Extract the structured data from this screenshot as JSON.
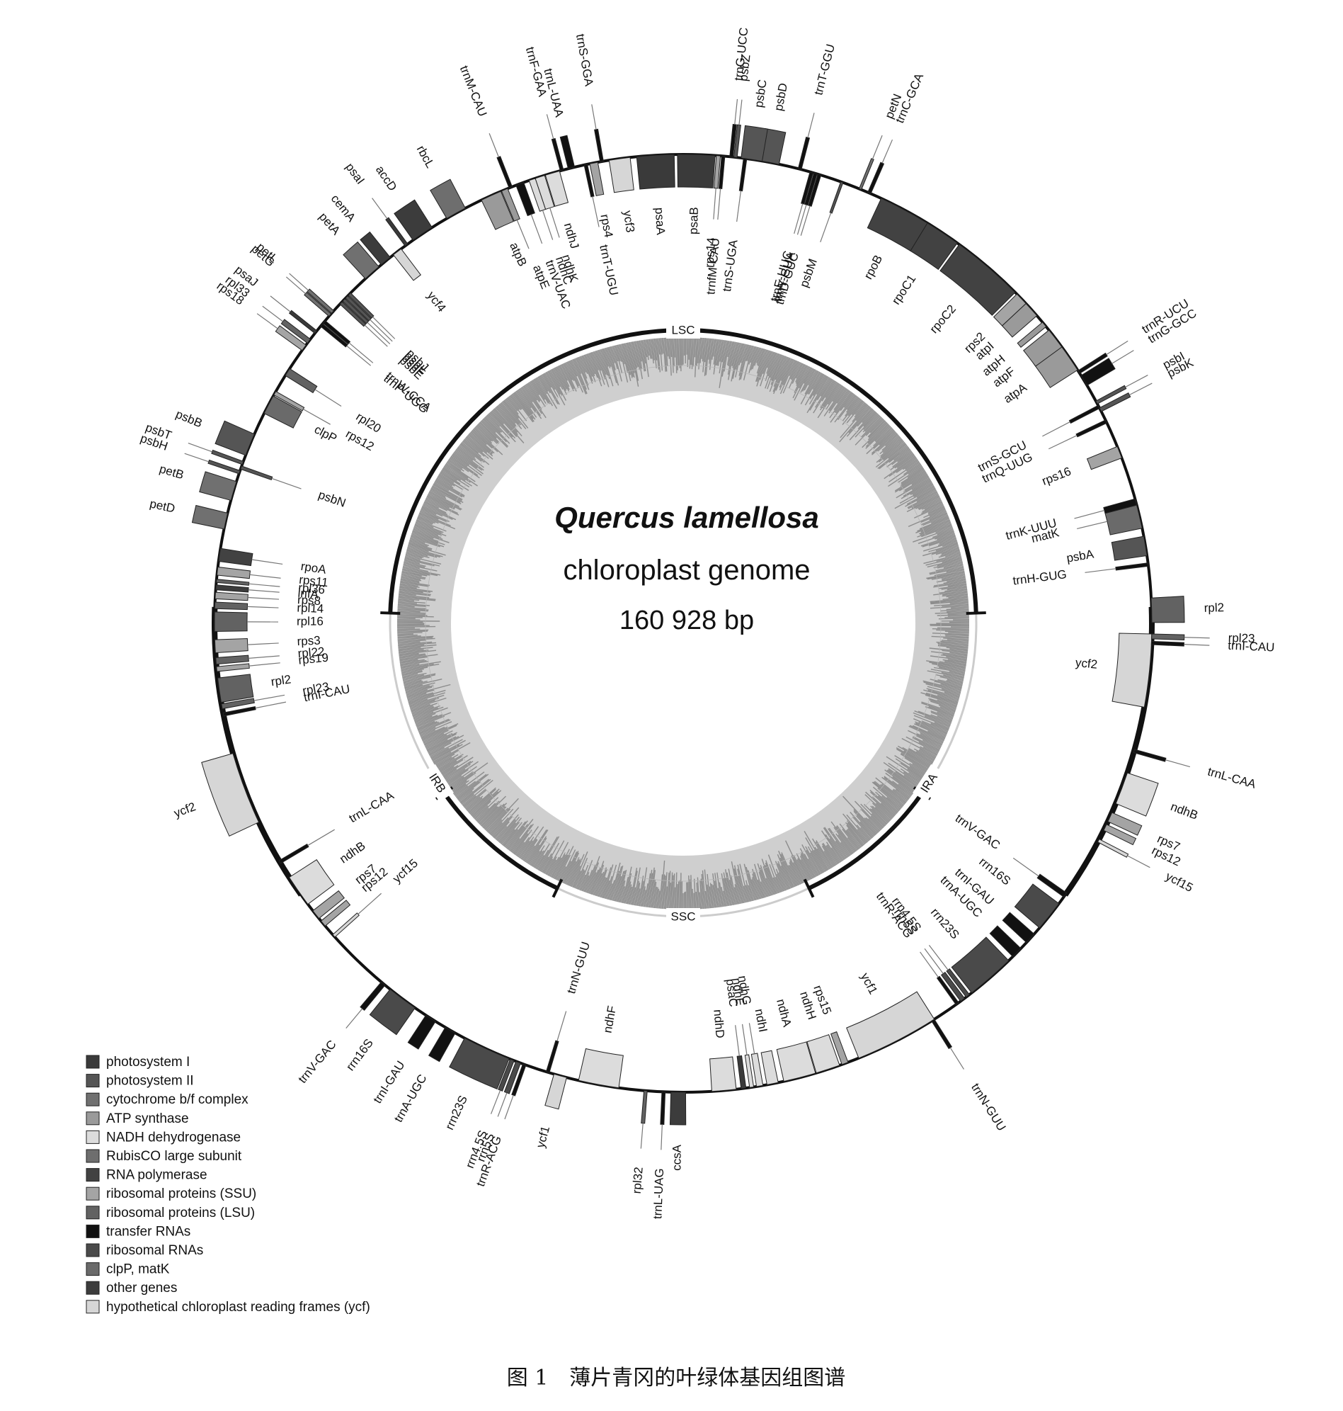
{
  "title": {
    "species": "Quercus lamellosa",
    "subtitle": "chloroplast genome",
    "size": "160 928 bp"
  },
  "caption": "图 1　薄片青冈的叶绿体基因组图谱",
  "regions": [
    {
      "label": "LSC",
      "angle": 0
    },
    {
      "label": "IRA",
      "angle": 123
    },
    {
      "label": "SSC",
      "angle": 180
    },
    {
      "label": "IRB",
      "angle": 237
    }
  ],
  "legend": [
    {
      "label": "photosystem I",
      "color": "#3a3a3a"
    },
    {
      "label": "photosystem II",
      "color": "#555555"
    },
    {
      "label": "cytochrome b/f complex",
      "color": "#707070"
    },
    {
      "label": "ATP synthase",
      "color": "#9a9a9a"
    },
    {
      "label": "NADH dehydrogenase",
      "color": "#dcdcdc"
    },
    {
      "label": "RubisCO large subunit",
      "color": "#6e6e6e"
    },
    {
      "label": "RNA polymerase",
      "color": "#424242"
    },
    {
      "label": "ribosomal proteins (SSU)",
      "color": "#a4a4a4"
    },
    {
      "label": "ribosomal proteins (LSU)",
      "color": "#626262"
    },
    {
      "label": "transfer RNAs",
      "color": "#111111"
    },
    {
      "label": "ribosomal RNAs",
      "color": "#4a4a4a"
    },
    {
      "label": "clpP, matK",
      "color": "#6a6a6a"
    },
    {
      "label": "other genes",
      "color": "#3c3c3c"
    },
    {
      "label": "hypothetical chloroplast reading frames (ycf)",
      "color": "#d6d6d6"
    }
  ],
  "genes": [
    {
      "name": "psbA",
      "a": 80.5,
      "w": 2.4,
      "side": "in",
      "color": "#555555"
    },
    {
      "name": "trnH-GUG",
      "a": 82.8,
      "w": 0.4,
      "side": "in",
      "color": "#111111",
      "lead": true
    },
    {
      "name": "matK",
      "a": 76.5,
      "w": 3.6,
      "side": "in",
      "color": "#6a6a6a",
      "lead": true
    },
    {
      "name": "trnK-UUU",
      "a": 75.0,
      "w": 0.8,
      "side": "in",
      "color": "#111111",
      "lead": true
    },
    {
      "name": "rps16",
      "a": 68.6,
      "w": 1.5,
      "side": "in",
      "color": "#a4a4a4"
    },
    {
      "name": "trnQ-UUG",
      "a": 64.5,
      "w": 0.4,
      "side": "in",
      "color": "#111111",
      "lead": true
    },
    {
      "name": "trnS-GCU",
      "a": 62.5,
      "w": 0.4,
      "side": "in",
      "color": "#111111",
      "lead": true
    },
    {
      "name": "psbK",
      "a": 62.9,
      "w": 0.5,
      "side": "out",
      "color": "#555555",
      "lead": true
    },
    {
      "name": "psbI",
      "a": 61.9,
      "w": 0.4,
      "side": "out",
      "color": "#555555",
      "lead": true
    },
    {
      "name": "trnG-GCC",
      "a": 58.8,
      "w": 1.4,
      "side": "out",
      "color": "#111111",
      "lead": true
    },
    {
      "name": "trnR-UCU",
      "a": 57.6,
      "w": 0.4,
      "side": "out",
      "color": "#111111",
      "lead": true
    },
    {
      "name": "atpA",
      "a": 55.4,
      "w": 3.8,
      "side": "in",
      "color": "#9a9a9a"
    },
    {
      "name": "atpF",
      "a": 52.6,
      "w": 2.6,
      "side": "in",
      "color": "#9a9a9a"
    },
    {
      "name": "atpH",
      "a": 50.4,
      "w": 0.7,
      "side": "in",
      "color": "#9a9a9a"
    },
    {
      "name": "atpI",
      "a": 48.0,
      "w": 2.0,
      "side": "in",
      "color": "#9a9a9a"
    },
    {
      "name": "rps2",
      "a": 46.2,
      "w": 1.6,
      "side": "in",
      "color": "#a4a4a4"
    },
    {
      "name": "rpoC2",
      "a": 40.6,
      "w": 9.0,
      "side": "in",
      "color": "#424242"
    },
    {
      "name": "rpoC1",
      "a": 33.6,
      "w": 4.4,
      "side": "in",
      "color": "#424242"
    },
    {
      "name": "rpoB",
      "a": 28.2,
      "w": 6.4,
      "side": "in",
      "color": "#424242"
    },
    {
      "name": "trnC-GCA",
      "a": 23.4,
      "w": 0.4,
      "side": "out",
      "color": "#111111",
      "lead": true
    },
    {
      "name": "petN",
      "a": 22.2,
      "w": 0.3,
      "side": "out",
      "color": "#707070",
      "lead": true
    },
    {
      "name": "psbM",
      "a": 19.8,
      "w": 0.3,
      "side": "in",
      "color": "#555555",
      "lead": true
    },
    {
      "name": "trnD-GUC",
      "a": 16.9,
      "w": 0.4,
      "side": "in",
      "color": "#111111",
      "lead": true
    },
    {
      "name": "trnY-GUA",
      "a": 16.4,
      "w": 0.4,
      "side": "in",
      "color": "#111111",
      "lead": true
    },
    {
      "name": "trnE-UUC",
      "a": 15.9,
      "w": 0.4,
      "side": "in",
      "color": "#111111",
      "lead": true
    },
    {
      "name": "trnT-GGU",
      "a": 14.4,
      "w": 0.4,
      "side": "out",
      "color": "#111111",
      "lead": true
    },
    {
      "name": "psbD",
      "a": 10.6,
      "w": 2.4,
      "side": "out",
      "color": "#555555"
    },
    {
      "name": "psbC",
      "a": 8.4,
      "w": 2.6,
      "side": "out",
      "color": "#555555"
    },
    {
      "name": "trnS-UGA",
      "a": 7.6,
      "w": 0.4,
      "side": "in",
      "color": "#111111",
      "lead": true
    },
    {
      "name": "psbZ",
      "a": 6.4,
      "w": 0.4,
      "side": "out",
      "color": "#555555",
      "lead": true
    },
    {
      "name": "trnG-UCC",
      "a": 5.9,
      "w": 0.4,
      "side": "out",
      "color": "#111111",
      "lead": true
    },
    {
      "name": "trnfM-CAU",
      "a": 4.9,
      "w": 0.4,
      "side": "in",
      "color": "#111111",
      "lead": true
    },
    {
      "name": "rps14",
      "a": 4.3,
      "w": 0.5,
      "side": "in",
      "color": "#a4a4a4",
      "lead": true
    },
    {
      "name": "psaB",
      "a": 1.6,
      "w": 4.6,
      "side": "in",
      "color": "#3a3a3a"
    },
    {
      "name": "psaA",
      "a": -3.4,
      "w": 4.6,
      "side": "in",
      "color": "#3a3a3a"
    },
    {
      "name": "ycf3",
      "a": -7.8,
      "w": 2.6,
      "side": "in",
      "color": "#d6d6d6"
    },
    {
      "name": "trnS-GGA",
      "a": -10.0,
      "w": 0.4,
      "side": "out",
      "color": "#111111",
      "lead": true
    },
    {
      "name": "rps4",
      "a": -11.0,
      "w": 1.0,
      "side": "in",
      "color": "#a4a4a4"
    },
    {
      "name": "trnT-UGU",
      "a": -12.0,
      "w": 0.4,
      "side": "in",
      "color": "#111111",
      "lead": true
    },
    {
      "name": "trnL-UAA",
      "a": -13.8,
      "w": 0.8,
      "side": "out",
      "color": "#111111"
    },
    {
      "name": "trnF-GAA",
      "a": -15.0,
      "w": 0.4,
      "side": "out",
      "color": "#111111",
      "lead": true
    },
    {
      "name": "ndhJ",
      "a": -16.2,
      "w": 1.8,
      "side": "in",
      "color": "#dcdcdc"
    },
    {
      "name": "ndhK",
      "a": -17.8,
      "w": 1.2,
      "side": "in",
      "color": "#dcdcdc",
      "lead": true
    },
    {
      "name": "ndhC",
      "a": -18.8,
      "w": 0.8,
      "side": "in",
      "color": "#dcdcdc",
      "lead": true
    },
    {
      "name": "trnV-UAC",
      "a": -20.4,
      "w": 1.0,
      "side": "in",
      "color": "#111111",
      "lead": true
    },
    {
      "name": "trnM-CAU",
      "a": -21.6,
      "w": 0.4,
      "side": "out",
      "color": "#111111",
      "lead": true
    },
    {
      "name": "atpE",
      "a": -22.4,
      "w": 0.8,
      "side": "in",
      "color": "#9a9a9a",
      "lead": true
    },
    {
      "name": "atpB",
      "a": -24.2,
      "w": 2.6,
      "side": "in",
      "color": "#9a9a9a"
    },
    {
      "name": "rbcL",
      "a": -29.0,
      "w": 2.6,
      "side": "out",
      "color": "#6e6e6e"
    },
    {
      "name": "accD",
      "a": -33.8,
      "w": 2.8,
      "side": "out",
      "color": "#3c3c3c"
    },
    {
      "name": "psaI",
      "a": -36.2,
      "w": 0.4,
      "side": "out",
      "color": "#3a3a3a",
      "lead": true
    },
    {
      "name": "ycf4",
      "a": -37.6,
      "w": 1.2,
      "side": "in",
      "color": "#d6d6d6"
    },
    {
      "name": "cemA",
      "a": -39.4,
      "w": 1.4,
      "side": "out",
      "color": "#3c3c3c"
    },
    {
      "name": "petA",
      "a": -41.6,
      "w": 2.2,
      "side": "out",
      "color": "#707070"
    },
    {
      "name": "psbJ",
      "a": -45.4,
      "w": 0.4,
      "side": "in",
      "color": "#555555",
      "lead": true
    },
    {
      "name": "psbL",
      "a": -45.9,
      "w": 0.4,
      "side": "in",
      "color": "#555555",
      "lead": true
    },
    {
      "name": "psbF",
      "a": -46.4,
      "w": 0.4,
      "side": "in",
      "color": "#555555",
      "lead": true
    },
    {
      "name": "psbE",
      "a": -46.9,
      "w": 0.4,
      "side": "in",
      "color": "#555555",
      "lead": true
    },
    {
      "name": "petL",
      "a": -48.4,
      "w": 0.4,
      "side": "out",
      "color": "#707070",
      "lead": true
    },
    {
      "name": "petG",
      "a": -48.9,
      "w": 0.4,
      "side": "out",
      "color": "#707070",
      "lead": true
    },
    {
      "name": "trnW-CCA",
      "a": -50.0,
      "w": 0.4,
      "side": "in",
      "color": "#111111",
      "lead": true
    },
    {
      "name": "trnP-UGG",
      "a": -50.5,
      "w": 0.4,
      "side": "in",
      "color": "#111111",
      "lead": true
    },
    {
      "name": "psaJ",
      "a": -51.6,
      "w": 0.4,
      "side": "out",
      "color": "#3a3a3a",
      "lead": true
    },
    {
      "name": "rpl33",
      "a": -53.0,
      "w": 0.6,
      "side": "out",
      "color": "#626262",
      "lead": true
    },
    {
      "name": "rps18",
      "a": -54.0,
      "w": 0.8,
      "side": "out",
      "color": "#a4a4a4",
      "lead": true
    },
    {
      "name": "rpl20",
      "a": -57.6,
      "w": 1.0,
      "side": "in",
      "color": "#626262",
      "lead": true
    },
    {
      "name": "rps12",
      "a": -60.6,
      "w": 0.5,
      "side": "in",
      "color": "#a4a4a4",
      "lead": true
    },
    {
      "name": "clpP",
      "a": -62.2,
      "w": 2.4,
      "side": "in",
      "color": "#6a6a6a"
    },
    {
      "name": "psbB",
      "a": -67.6,
      "w": 2.8,
      "side": "out",
      "color": "#555555"
    },
    {
      "name": "psbT",
      "a": -70.0,
      "w": 0.4,
      "side": "out",
      "color": "#555555",
      "lead": true
    },
    {
      "name": "psbN",
      "a": -70.6,
      "w": 0.4,
      "side": "in",
      "color": "#555555",
      "lead": true
    },
    {
      "name": "psbH",
      "a": -71.2,
      "w": 0.4,
      "side": "out",
      "color": "#555555",
      "lead": true
    },
    {
      "name": "petB",
      "a": -73.6,
      "w": 2.4,
      "side": "out",
      "color": "#707070"
    },
    {
      "name": "petD",
      "a": -77.4,
      "w": 2.0,
      "side": "out",
      "color": "#707070"
    },
    {
      "name": "rpoA",
      "a": -81.6,
      "w": 1.6,
      "side": "in",
      "color": "#424242",
      "lead": true
    },
    {
      "name": "rps11",
      "a": -83.6,
      "w": 1.0,
      "side": "in",
      "color": "#a4a4a4",
      "lead": true
    },
    {
      "name": "rpl36",
      "a": -84.8,
      "w": 0.4,
      "side": "in",
      "color": "#626262",
      "lead": true
    },
    {
      "name": "infA",
      "a": -85.6,
      "w": 0.6,
      "side": "in",
      "color": "#3c3c3c",
      "lead": true
    },
    {
      "name": "rps8",
      "a": -86.6,
      "w": 0.8,
      "side": "in",
      "color": "#a4a4a4",
      "lead": true
    },
    {
      "name": "rpl14",
      "a": -87.8,
      "w": 0.8,
      "side": "in",
      "color": "#626262",
      "lead": true
    },
    {
      "name": "rpl16",
      "a": -89.8,
      "w": 2.4,
      "side": "in",
      "color": "#626262",
      "lead": true
    },
    {
      "name": "rps3",
      "a": -92.8,
      "w": 1.6,
      "side": "in",
      "color": "#a4a4a4",
      "lead": true
    },
    {
      "name": "rpl22",
      "a": -94.6,
      "w": 0.8,
      "side": "in",
      "color": "#626262",
      "lead": true
    },
    {
      "name": "rps19",
      "a": -95.6,
      "w": 0.6,
      "side": "in",
      "color": "#a4a4a4",
      "lead": true
    },
    {
      "name": "rpl2",
      "a": -98.2,
      "w": 3.0,
      "side": "in",
      "color": "#626262"
    },
    {
      "name": "rpl23",
      "a": -100.2,
      "w": 0.6,
      "side": "in",
      "color": "#626262",
      "lead": true
    },
    {
      "name": "trnI-CAU",
      "a": -101.2,
      "w": 0.4,
      "side": "in",
      "color": "#111111",
      "lead": true
    },
    {
      "name": "ycf2",
      "a": -110.6,
      "w": 9.0,
      "side": "out",
      "color": "#d6d6d6"
    },
    {
      "name": "trnL-CAA",
      "a": -120.6,
      "w": 0.4,
      "side": "in",
      "color": "#111111",
      "lead": true
    },
    {
      "name": "ndhB",
      "a": -124.8,
      "w": 4.0,
      "side": "in",
      "color": "#dcdcdc"
    },
    {
      "name": "rps7",
      "a": -128.4,
      "w": 1.2,
      "side": "in",
      "color": "#a4a4a4"
    },
    {
      "name": "rps12",
      "a": -129.8,
      "w": 0.8,
      "side": "in",
      "color": "#a4a4a4"
    },
    {
      "name": "ycf15",
      "a": -131.8,
      "w": 0.4,
      "side": "in",
      "color": "#d6d6d6",
      "lead": true
    },
    {
      "name": "trnV-GAC",
      "a": -140.2,
      "w": 0.6,
      "side": "out",
      "color": "#111111",
      "lead": true
    },
    {
      "name": "rrn16S",
      "a": -143.2,
      "w": 3.8,
      "side": "out",
      "color": "#4a4a4a"
    },
    {
      "name": "trnI-GAU",
      "a": -147.4,
      "w": 1.4,
      "side": "out",
      "color": "#111111"
    },
    {
      "name": "trnA-UGC",
      "a": -150.2,
      "w": 1.4,
      "side": "out",
      "color": "#111111"
    },
    {
      "name": "rrn23S",
      "a": -155.2,
      "w": 6.0,
      "side": "out",
      "color": "#4a4a4a"
    },
    {
      "name": "rrn4.5S",
      "a": -158.6,
      "w": 0.5,
      "side": "out",
      "color": "#4a4a4a",
      "lead": true
    },
    {
      "name": "rrn5S",
      "a": -159.4,
      "w": 0.6,
      "side": "out",
      "color": "#4a4a4a",
      "lead": true
    },
    {
      "name": "trnR-ACG",
      "a": -160.2,
      "w": 0.4,
      "side": "out",
      "color": "#111111",
      "lead": true
    },
    {
      "name": "trnN-GUU",
      "a": -163.2,
      "w": 0.4,
      "side": "in",
      "color": "#111111",
      "lead": true
    },
    {
      "name": "ycf1",
      "a": -164.8,
      "w": 1.6,
      "side": "out",
      "color": "#d6d6d6"
    },
    {
      "name": "ndhF",
      "a": -169.6,
      "w": 5.0,
      "side": "in",
      "color": "#dcdcdc"
    },
    {
      "name": "rpl32",
      "a": -175.4,
      "w": 0.4,
      "side": "out",
      "color": "#626262",
      "lead": true
    },
    {
      "name": "trnL-UAG",
      "a": -177.6,
      "w": 0.4,
      "side": "out",
      "color": "#111111",
      "lead": true
    },
    {
      "name": "ccsA",
      "a": -179.4,
      "w": 1.8,
      "side": "out",
      "color": "#3c3c3c"
    },
    {
      "name": "ndhD",
      "a": 175.0,
      "w": 3.0,
      "side": "in",
      "color": "#dcdcdc"
    },
    {
      "name": "psaC",
      "a": 172.6,
      "w": 0.6,
      "side": "in",
      "color": "#3a3a3a",
      "lead": true
    },
    {
      "name": "ndhE",
      "a": 171.6,
      "w": 0.5,
      "side": "in",
      "color": "#dcdcdc",
      "lead": true
    },
    {
      "name": "ndhG",
      "a": 170.6,
      "w": 0.8,
      "side": "in",
      "color": "#dcdcdc",
      "lead": true
    },
    {
      "name": "ndhI",
      "a": 169.0,
      "w": 1.4,
      "side": "in",
      "color": "#dcdcdc"
    },
    {
      "name": "ndhA",
      "a": 165.6,
      "w": 4.0,
      "side": "in",
      "color": "#dcdcdc"
    },
    {
      "name": "ndhH",
      "a": 162.0,
      "w": 3.0,
      "side": "in",
      "color": "#dcdcdc"
    },
    {
      "name": "rps15",
      "a": 159.8,
      "w": 0.8,
      "side": "in",
      "color": "#a4a4a4"
    },
    {
      "name": "ycf1",
      "a": 152.8,
      "w": 10.4,
      "side": "in",
      "color": "#d6d6d6"
    },
    {
      "name": "trnN-GUU",
      "a": 147.8,
      "w": 0.4,
      "side": "out",
      "color": "#111111",
      "lead": true
    },
    {
      "name": "trnR-ACG",
      "a": 144.2,
      "w": 0.4,
      "side": "in",
      "color": "#111111",
      "lead": true
    },
    {
      "name": "rrn5S",
      "a": 143.4,
      "w": 0.6,
      "side": "in",
      "color": "#4a4a4a",
      "lead": true
    },
    {
      "name": "rrn4.5S",
      "a": 142.6,
      "w": 0.5,
      "side": "in",
      "color": "#4a4a4a",
      "lead": true
    },
    {
      "name": "rrn23S",
      "a": 139.0,
      "w": 6.0,
      "side": "in",
      "color": "#4a4a4a"
    },
    {
      "name": "trnA-UGC",
      "a": 134.6,
      "w": 1.4,
      "side": "in",
      "color": "#111111"
    },
    {
      "name": "trnI-GAU",
      "a": 132.2,
      "w": 1.4,
      "side": "in",
      "color": "#111111"
    },
    {
      "name": "rrn16S",
      "a": 128.6,
      "w": 3.8,
      "side": "in",
      "color": "#4a4a4a"
    },
    {
      "name": "trnV-GAC",
      "a": 125.4,
      "w": 0.6,
      "side": "in",
      "color": "#111111",
      "lead": true
    },
    {
      "name": "ycf15",
      "a": 117.6,
      "w": 0.4,
      "side": "out",
      "color": "#d6d6d6",
      "lead": true
    },
    {
      "name": "rps12",
      "a": 115.8,
      "w": 0.8,
      "side": "out",
      "color": "#a4a4a4"
    },
    {
      "name": "rps7",
      "a": 114.4,
      "w": 1.2,
      "side": "out",
      "color": "#a4a4a4"
    },
    {
      "name": "ndhB",
      "a": 110.6,
      "w": 4.0,
      "side": "out",
      "color": "#dcdcdc"
    },
    {
      "name": "trnL-CAA",
      "a": 105.8,
      "w": 0.4,
      "side": "out",
      "color": "#111111",
      "lead": true
    },
    {
      "name": "ycf2",
      "a": 95.8,
      "w": 9.0,
      "side": "in",
      "color": "#d6d6d6"
    },
    {
      "name": "trnI-CAU",
      "a": 92.4,
      "w": 0.4,
      "side": "out",
      "color": "#111111",
      "lead": true
    },
    {
      "name": "rpl23",
      "a": 91.6,
      "w": 0.6,
      "side": "out",
      "color": "#626262",
      "lead": true
    },
    {
      "name": "rpl2",
      "a": 88.4,
      "w": 3.0,
      "side": "out",
      "color": "#626262"
    }
  ]
}
